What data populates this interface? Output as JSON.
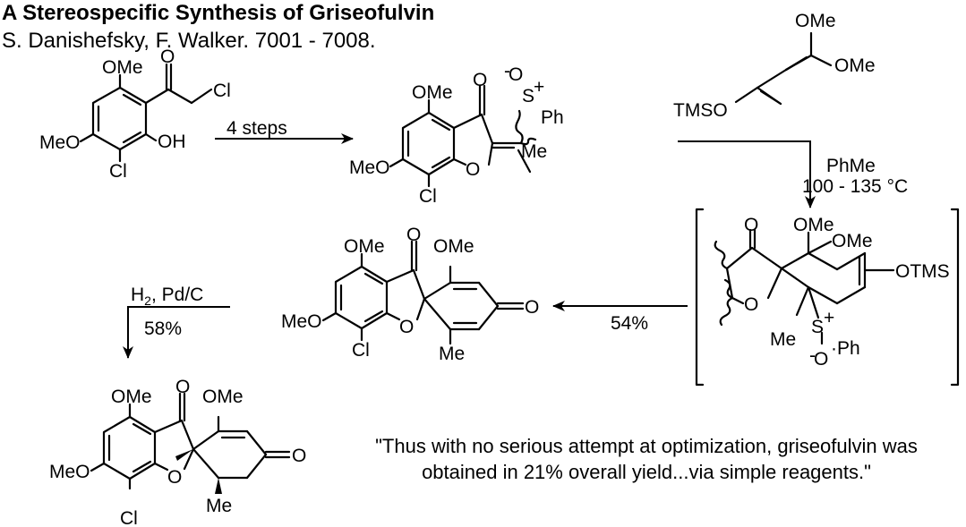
{
  "header": {
    "title": "A Stereospecific Synthesis of Griseofulvin",
    "citation": "S. Danishefsky, F. Walker. 7001 - 7008."
  },
  "quote": "\"Thus with no serious attempt at optimization, griseofulvin was obtained in 21% overall yield...via simple reagents.\"",
  "step1": {
    "conditions": "4 steps"
  },
  "step2": {
    "solvent": "PhMe",
    "temperature": "100 - 135 °C"
  },
  "step3": {
    "yield": "54%"
  },
  "step4": {
    "reagents_prefix": "H",
    "reagents_sub": "2",
    "reagents_suffix": ", Pd/C",
    "yield": "58%"
  },
  "atoms": {
    "ome": "OMe",
    "meo": "MeO",
    "o": "O",
    "oh": "OH",
    "cl": "Cl",
    "me": "Me",
    "ph": "Ph",
    "tms_o": "TMSO",
    "otms": "OTMS",
    "s_plus": "S",
    "plus": "+",
    "minus": "-",
    "dot_ph": "·Ph"
  }
}
